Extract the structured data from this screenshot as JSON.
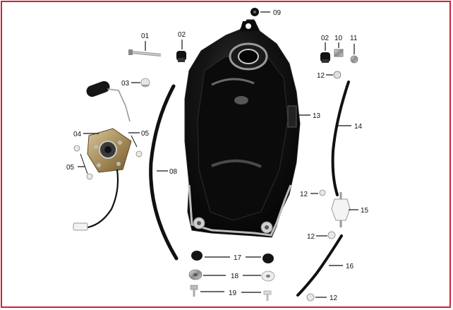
{
  "diagram": {
    "border_color": "#c8253b",
    "callouts": {
      "c09": "09",
      "c01": "01",
      "c02a": "02",
      "c02b": "02",
      "c10": "10",
      "c11": "11",
      "c12a": "12",
      "c03": "03",
      "c13": "13",
      "c14": "14",
      "c04": "04",
      "c05a": "05",
      "c05b": "05",
      "c08": "08",
      "c12b": "12",
      "c15": "15",
      "c12c": "12",
      "c16": "16",
      "c17": "17",
      "c18": "18",
      "c19": "19",
      "c12d": "12"
    }
  }
}
